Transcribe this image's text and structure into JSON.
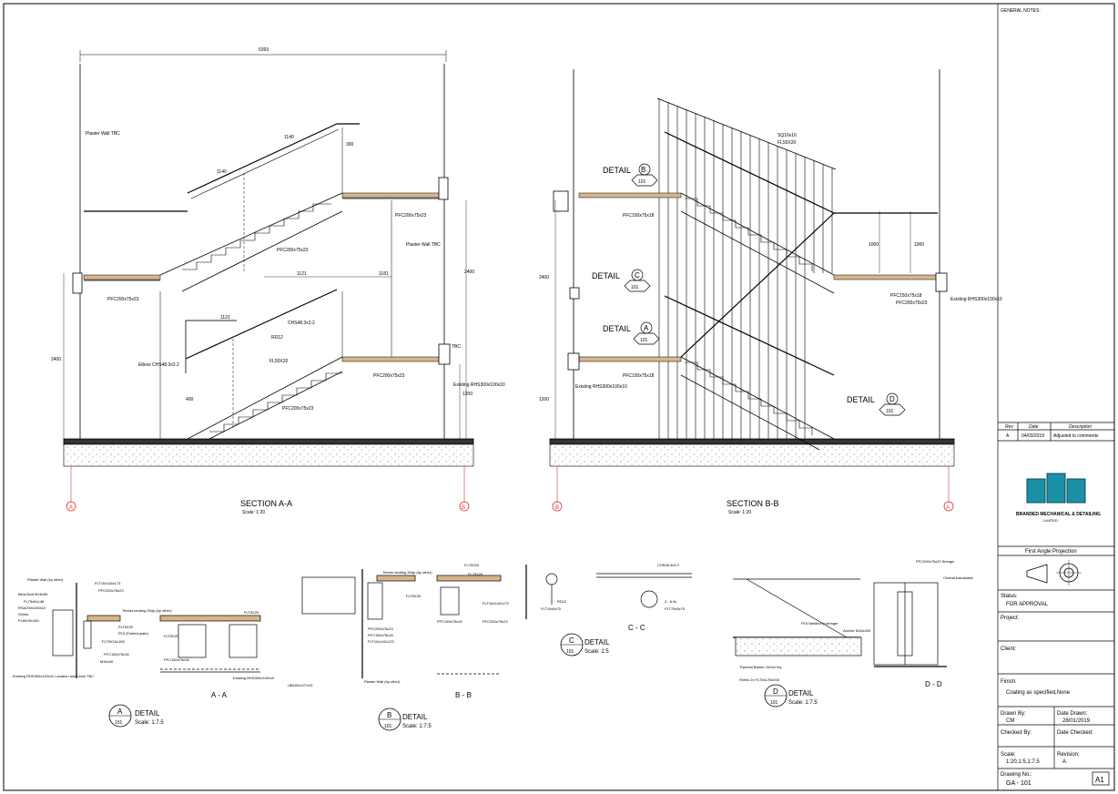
{
  "title_block": {
    "general_notes_label": "GENERAL NOTES:",
    "revision_headers": [
      "Rev",
      "Date",
      "Description"
    ],
    "revision_rows": [
      {
        "rev": "A",
        "date": "04/03/2019",
        "description": "Adjusted to comments"
      }
    ],
    "company_name": "BRANDED MECHANICAL & DETAILING",
    "company_sub": "LIMITED",
    "projection_label": "First Angle Projection",
    "status_label": "Status:",
    "status_value": "FOR APPROVAL",
    "project_label": "Project:",
    "client_label": "Client:",
    "finish_label": "Finish:",
    "finish_value": "Coating as specified,None",
    "drawn_by_label": "Drawn By:",
    "drawn_by_value": "CM",
    "date_drawn_label": "Date Drawn:",
    "date_drawn_value": "28/01/2019",
    "checked_by_label": "Checked By:",
    "date_checked_label": "Date Checked:",
    "scale_label": "Scale:",
    "scale_value": "1:20,1:5,1:7.5",
    "revision_label": "Revision:",
    "revision_value": "A",
    "drawing_no_label": "Drawing No.:",
    "drawing_no_value": "GA - 101",
    "sheet_size": "A1"
  },
  "section_aa": {
    "title": "SECTION A-A",
    "scale": "Scale: 1:20",
    "overall_dim": "5393",
    "grid_left": "A",
    "grid_right": "B",
    "labels": {
      "plaster_wall_top": "Plaster Wall TBC",
      "plaster_wall_mid": "Plaster Wall TBC",
      "pfc_top": "PFC200x75x23",
      "pfc_mid": "PFC200x75x23",
      "pfc_landing": "PFC200x75x23",
      "pfc_lower": "PFC200x75x23",
      "pfc_lower_landing": "PFC200x75x23",
      "chs": "CHS48.3x3.2",
      "rd": "RD12",
      "fl": "FL50X20",
      "elbow": "Elbow CHS48.3x3.2",
      "existing": "Existing RHS300x100x10",
      "tbc": "TBC",
      "dim_1140a": "1140",
      "dim_1140b": "1140",
      "dim_300": "300",
      "dim_1121a": "1121",
      "dim_1181": "1181",
      "dim_1121b": "1121",
      "dim_2400a": "2400",
      "dim_2400b": "2400",
      "dim_1200": "1200",
      "dim_400": "400"
    }
  },
  "section_bb": {
    "title": "SECTION B-B",
    "scale": "Scale: 1:20",
    "grid_left": "B",
    "grid_right": "A",
    "details": [
      {
        "label": "DETAIL",
        "letter": "B",
        "sheet": "101"
      },
      {
        "label": "DETAIL",
        "letter": "C",
        "sheet": "101"
      },
      {
        "label": "DETAIL",
        "letter": "A",
        "sheet": "101"
      },
      {
        "label": "DETAIL",
        "letter": "D",
        "sheet": "101"
      }
    ],
    "labels": {
      "sq": "SQ16x16",
      "fl": "FL50X20",
      "pfc_top": "PFC150x75x18",
      "pfc_mid": "PFC150x75x18",
      "pfc_low": "PFC150x75x18",
      "pfc_right": "PFC200x75x23",
      "existing_right": "Existing RHS300x100x10",
      "existing_low": "Existing RHS300x100x10",
      "dim_2400": "2400",
      "dim_1200": "1200",
      "dim_1000a": "1000",
      "dim_1000b": "1000"
    }
  },
  "details": {
    "a": {
      "letter": "A",
      "sheet": "101",
      "label": "DETAIL",
      "scale": "Scale: 1:7.5",
      "view": "A - A"
    },
    "b": {
      "letter": "B",
      "sheet": "101",
      "label": "DETAIL",
      "scale": "Scale: 1:7.5",
      "view": "B - B"
    },
    "c": {
      "letter": "C",
      "sheet": "101",
      "label": "DETAIL",
      "scale": "Scale: 1:5",
      "view": "C - C"
    },
    "d": {
      "letter": "D",
      "sheet": "101",
      "label": "DETAIL",
      "scale": "Scale: 1:7.5",
      "view": "D - D"
    },
    "a_labels": [
      "Plaster Wall (by other)",
      "Blind Bolt M16x55",
      "FL75x5x148",
      "RSA200x100x10",
      "Shims",
      "FL80X5x150",
      "FLT10x116x173",
      "PFC200x75x23",
      "Timber landing 30dp (by other)",
      "FLT5X20",
      "P15 (Folded plate)",
      "FLT5X10x150",
      "PFC150x75x18",
      "M16x40",
      "Existing RHS300x100x10 Location and Level TBC",
      "FLT5X20",
      "FLT5X20",
      "PFC150x75x18",
      "Existing RHS300x100x10"
    ],
    "b_labels": [
      "Timber landing 30dp (by other)",
      "FL75X20",
      "FLT5X20",
      "PFC200x75x23",
      "PFC150x75x18",
      "FLT10x142x173",
      "Plaster Wall (by other)",
      "UB200x127x23",
      "FL75X20",
      "FLT10x142x173",
      "PFC150x75x18",
      "PFC200x75x23"
    ],
    "c_labels": [
      "RD12",
      "FLT10x5x70",
      "CHS48.3x3.2",
      "FLT70x5x70",
      "3 - 6.5x"
    ],
    "d_labels": [
      "P15 Welded to stringer",
      "Anchor M16x200",
      "Thermal Barrier 10mm thy",
      "Shims 2x FLT5x175x200",
      "PFC200x75x23 Stringer",
      "Central balustrade"
    ]
  }
}
